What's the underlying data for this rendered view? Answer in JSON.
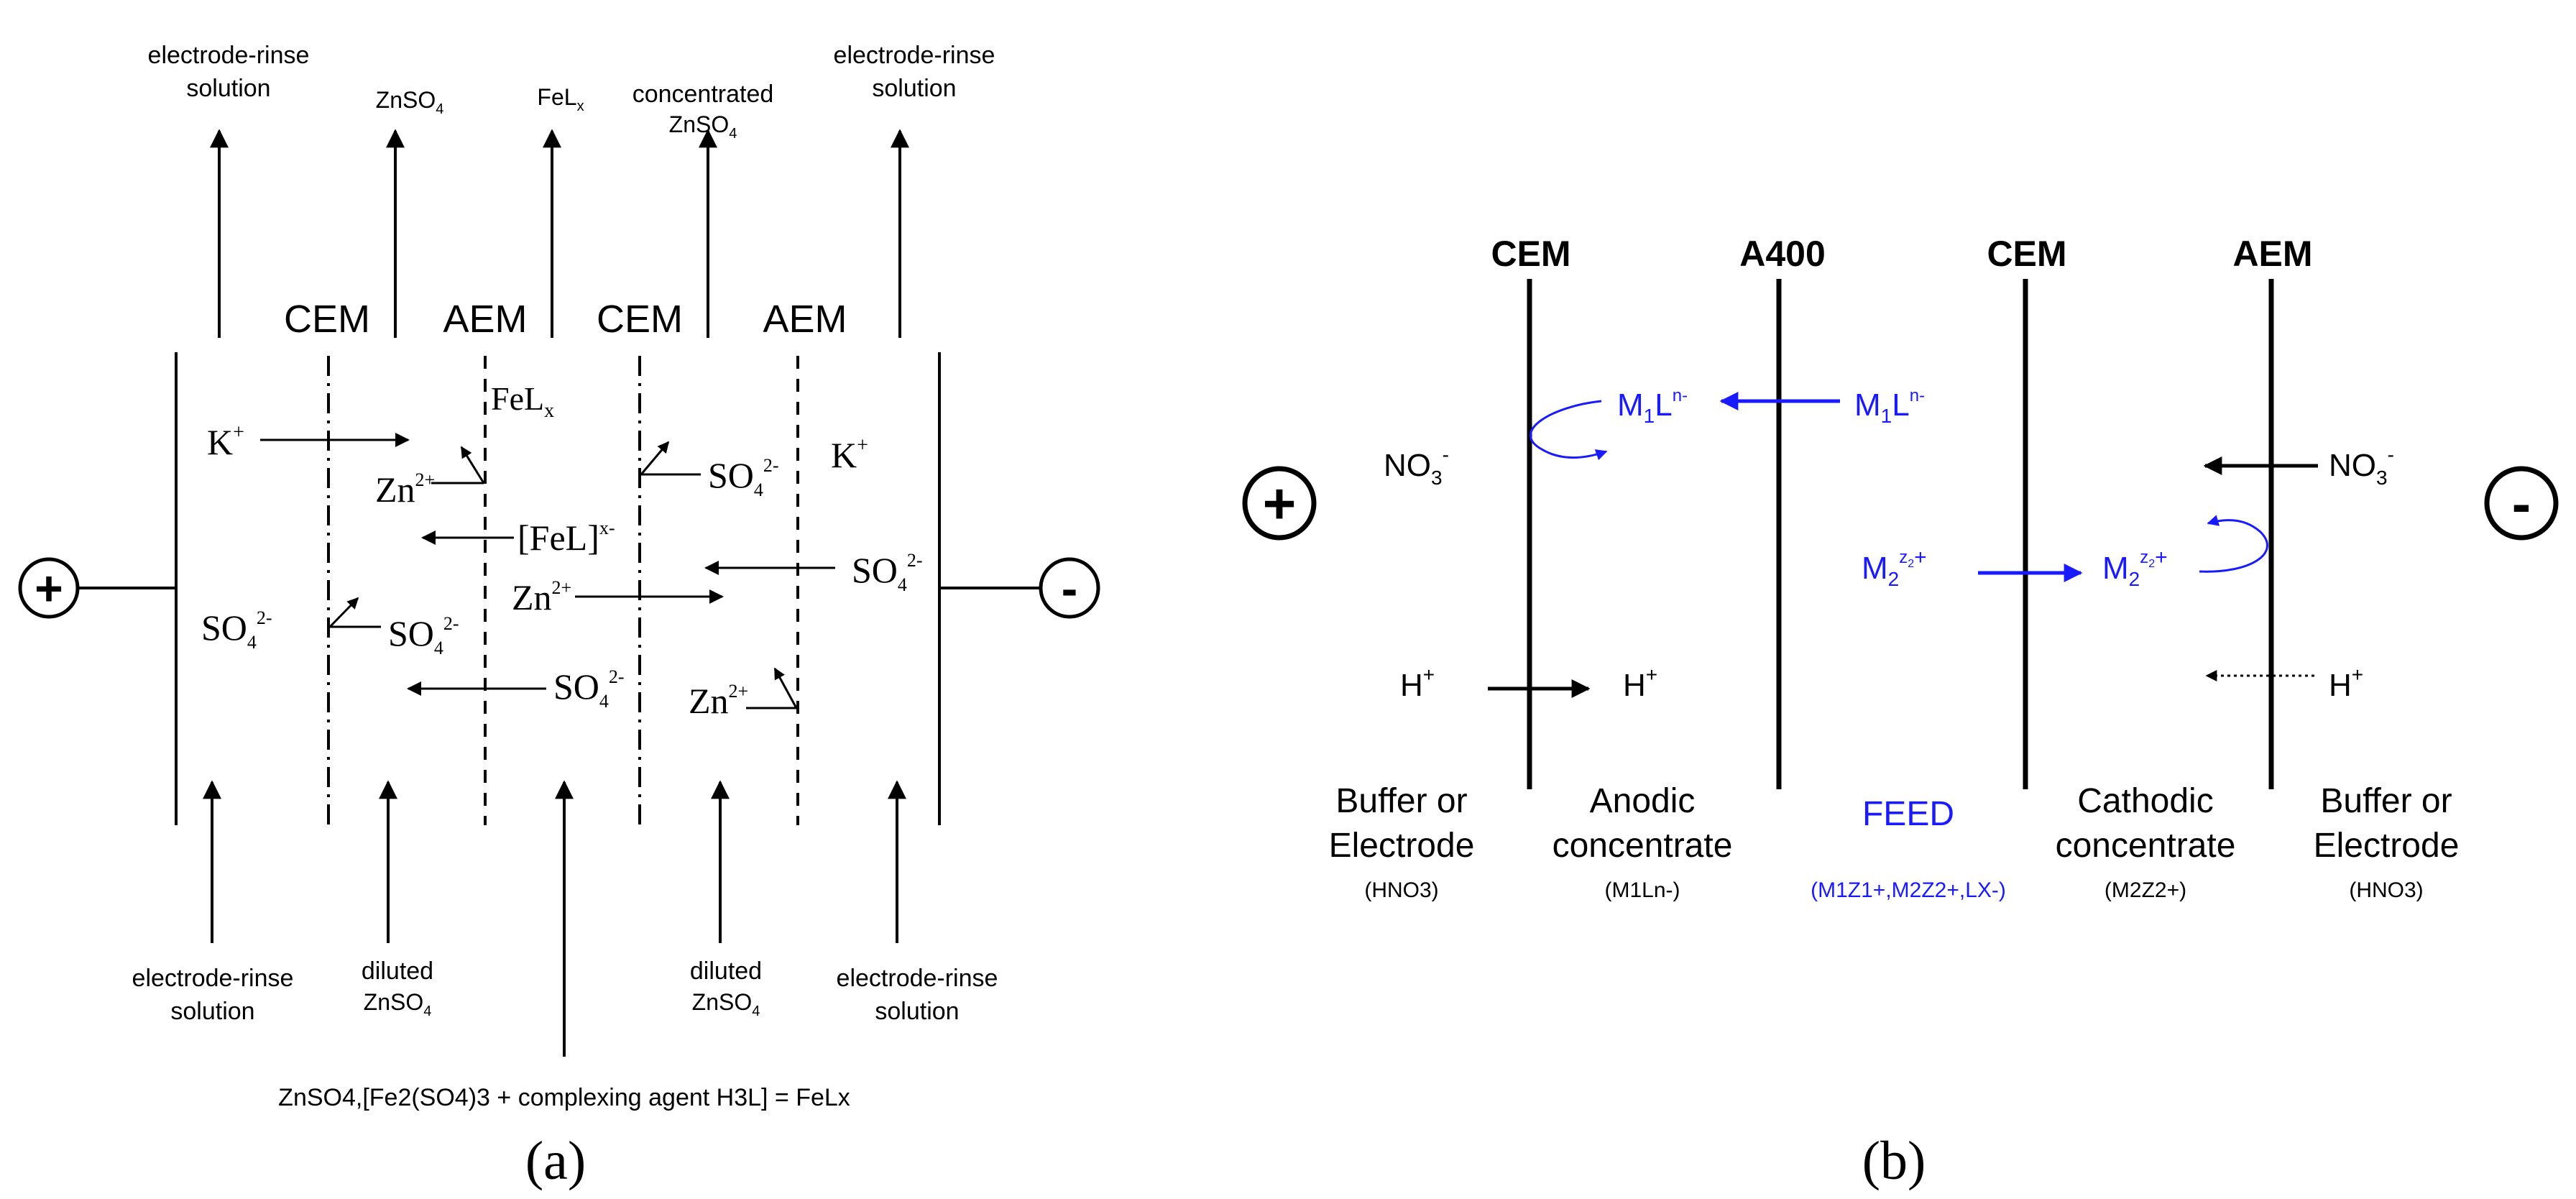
{
  "colors": {
    "ink": "#000000",
    "blue": "#1a1aff"
  },
  "panel_a": {
    "caption": "(a)",
    "plus": "+",
    "minus": "-",
    "membranes": [
      "CEM",
      "AEM",
      "CEM",
      "AEM"
    ],
    "top_streams": [
      {
        "l1": "electrode-rinse",
        "l2": "solution"
      },
      {
        "l1": "ZnSO",
        "sub": "4"
      },
      {
        "l1": "FeL",
        "sub": "x"
      },
      {
        "l1": "concentrated",
        "l2": "ZnSO",
        "sub": "4"
      },
      {
        "l1": "electrode-rinse",
        "l2": "solution"
      }
    ],
    "bottom_streams": [
      {
        "l1": "electrode-rinse",
        "l2": "solution"
      },
      {
        "l1": "diluted",
        "l2": "ZnSO",
        "sub": "4"
      },
      {
        "l1": "diluted",
        "l2": "ZnSO",
        "sub": "4"
      },
      {
        "l1": "electrode-rinse",
        "l2": "solution"
      }
    ],
    "feed": "ZnSO4,[Fe2(SO4)3 + complexing agent H3L] = FeLx",
    "ions": {
      "kplus": "K",
      "kplus_sup": "+",
      "fel": "FeL",
      "fel_sub": "x",
      "zn": "Zn",
      "zn_sup": "2+",
      "fel_complex": "[FeL]",
      "fel_complex_sup": "x-",
      "so4": "SO",
      "so4_sub": "4",
      "so4_sup": "2-"
    }
  },
  "panel_b": {
    "caption": "(b)",
    "plus": "+",
    "minus": "-",
    "membranes": [
      "CEM",
      "A400",
      "CEM",
      "AEM"
    ],
    "ions": {
      "no3": "NO",
      "no3_sub": "3",
      "no3_sup": "-",
      "h": "H",
      "h_sup": "+",
      "m1": "M",
      "m1_sub": "1",
      "l": "L",
      "m1l_sup": "n-",
      "m2": "M",
      "m2_sub": "2",
      "m2_sup_z": "z",
      "m2_sup_sub": "2",
      "m2_sup_plus": "+"
    },
    "compartments": [
      {
        "l1": "Buffer or",
        "l2": "Electrode",
        "l3": "(HNO3)"
      },
      {
        "l1": "Anodic",
        "l2": "concentrate",
        "l3": "(M1Ln-)"
      },
      {
        "l1": "FEED",
        "l3": "(M1Z1+,M2Z2+,LX-)"
      },
      {
        "l1": "Cathodic",
        "l2": "concentrate",
        "l3": "(M2Z2+)"
      },
      {
        "l1": "Buffer or",
        "l2": "Electrode",
        "l3": "(HNO3)"
      }
    ]
  }
}
